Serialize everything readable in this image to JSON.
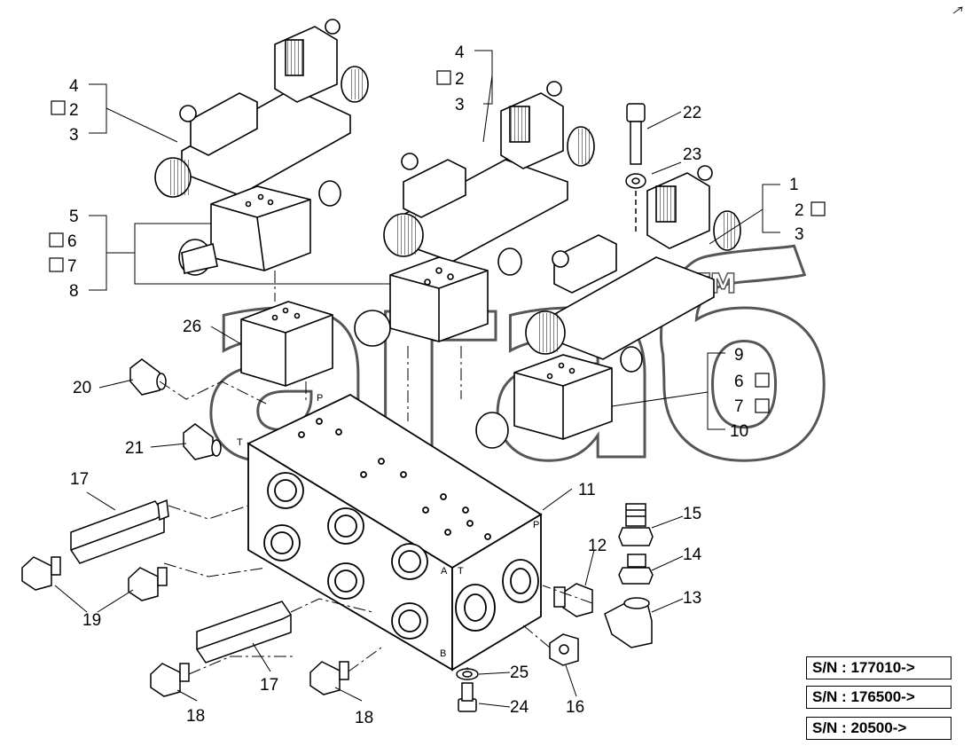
{
  "callouts": {
    "c1": "1",
    "c2": "2",
    "c3": "3",
    "c4": "4",
    "c5": "5",
    "c6": "6",
    "c7": "7",
    "c8": "8",
    "c9": "9",
    "c10": "10",
    "c11": "11",
    "c12": "12",
    "c13": "13",
    "c14": "14",
    "c15": "15",
    "c16": "16",
    "c17": "17",
    "c18": "18",
    "c19": "19",
    "c20": "20",
    "c21": "21",
    "c22": "22",
    "c23": "23",
    "c24": "24",
    "c25": "25",
    "c26": "26"
  },
  "port_letters": {
    "t": "T",
    "p": "P",
    "a": "A",
    "b": "B"
  },
  "serial_numbers": [
    "S/N : 177010->",
    "S/N : 176500->",
    "S/N : 20500->"
  ],
  "watermark": {
    "text": "агаб",
    "tm": "TM"
  }
}
